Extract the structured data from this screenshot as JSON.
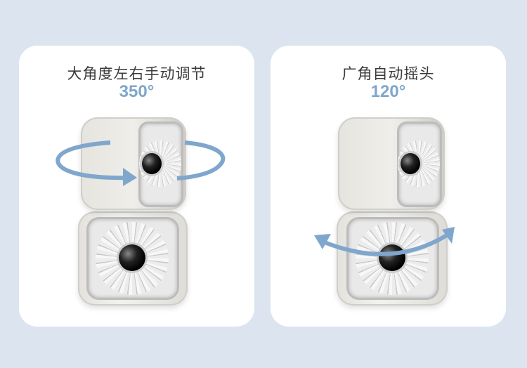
{
  "panels": [
    {
      "title": "大角度左右手动调节",
      "angle": "350°"
    },
    {
      "title": "广角自动摇头",
      "angle": "120°"
    }
  ],
  "colors": {
    "background": "#dce5ef",
    "accent": "#7fa6cc",
    "card": "#ffffff"
  }
}
